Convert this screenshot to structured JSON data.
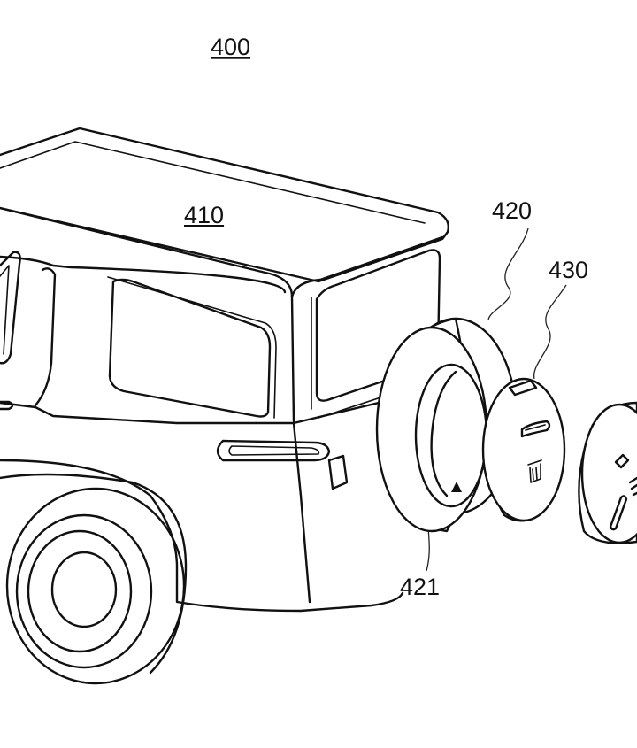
{
  "figure_number": "400",
  "labels": {
    "vehicle": "410",
    "spare_tire_cover": "420",
    "module": "430",
    "indicator": "421"
  }
}
